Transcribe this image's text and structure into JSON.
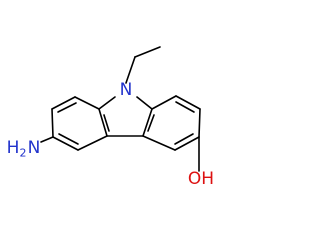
{
  "molecule": {
    "atoms": {
      "nitrogen_ring": {
        "symbol": "N",
        "color": "#2233cc"
      },
      "amino": {
        "symbol": "N",
        "hydrogen": "H",
        "hydrogen_count": "2",
        "color": "#2233cc"
      },
      "hydroxyl": {
        "symbol": "OH",
        "color": "#dd1111"
      }
    },
    "bond_color": "#000000"
  }
}
